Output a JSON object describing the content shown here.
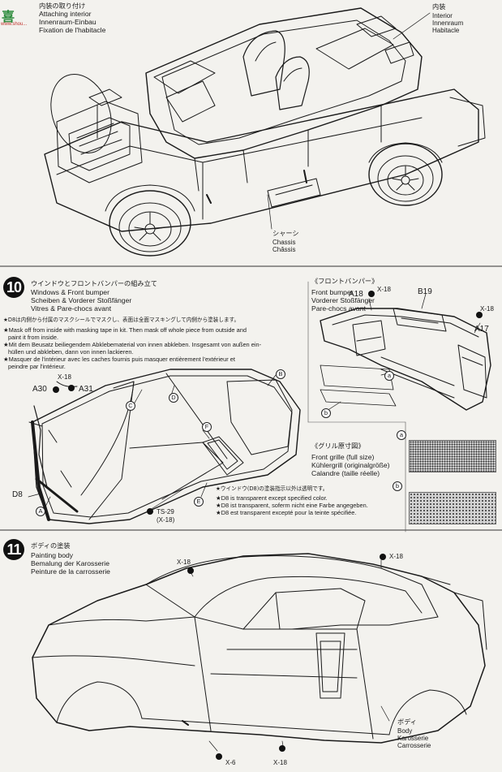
{
  "watermark": {
    "line1": "喜",
    "line2": "www.shou..."
  },
  "section_interior": {
    "header_jp": "内装の取り付け",
    "header_en": "Attaching interior",
    "header_de": "Innenraum-Einbau",
    "header_fr": "Fixation de l'habitacle",
    "label_interior_jp": "内装",
    "label_interior_en": "Interior",
    "label_interior_de": "Innenraum",
    "label_interior_fr": "Habitacle",
    "label_chassis_jp": "シャーシ",
    "label_chassis_en": "Chassis",
    "label_chassis_fr": "Châssis"
  },
  "step10": {
    "number": "10",
    "title_jp": "ウインドウとフロントバンパーの組み立て",
    "title_en": "Windows & Front bumper",
    "title_de": "Scheiben & Vorderer Stoßfänger",
    "title_fr": "Vitres & Pare-chocs avant",
    "note_jp": "★D8は内側から付属のマスクシールでマスクし、表面は全面マスキングして内側から塗装します。",
    "note_en1": "★Mask off from inside with masking tape in kit. Then mask off whole piece from outside and",
    "note_en2": "paint it from inside.",
    "note_de1": "★Mit dem Beusatz beiliegendem Abklebematerial von innen abkleben. Insgesamt von außen ein-",
    "note_de2": "hüllen und abkleben, dann von innen lackieren.",
    "note_fr1": "★Masquer de l'intérieur avec les caches fournis puis masquer entièrement l'extérieur et",
    "note_fr2": "peindre par l'intérieur.",
    "parts": {
      "a30": "A30",
      "x18_top": "X-18",
      "a31": "A31",
      "d8": "D8",
      "ts29": "TS-29",
      "x18_paren": "(X-18)",
      "area_a": "A",
      "area_b": "B",
      "area_c": "C",
      "area_d": "D",
      "area_e": "E",
      "area_f": "F"
    },
    "window_note_jp": "★ウインドウ(D8)の塗装指示以外は透明です。",
    "window_note_en": "★D8 is transparent except specified color.",
    "window_note_de": "★D8 ist transparent, soferm nicht eine Farbe angegeben.",
    "window_note_fr": "★D8 est transparent excepté pour la teinte spécifiée.",
    "bumper_header_jp": "《フロントバンパー》",
    "bumper_en": "Front bumper",
    "bumper_de": "Vorderer Stoßfänger",
    "bumper_fr": "Pare-chocs avant",
    "bumper_parts": {
      "a18": "A18",
      "x18_a": "X-18",
      "b19": "B19",
      "x18_b": "X-18",
      "a17": "A17",
      "mark_a": "a",
      "mark_b": "b"
    },
    "grille_header_jp": "《グリル原寸図》",
    "grille_en": "Front grille (full size)",
    "grille_de": "Kühlergrill (originalgröße)",
    "grille_fr": "Calandre (taille réelle)",
    "grille_a": "a",
    "grille_b": "b"
  },
  "step11": {
    "number": "11",
    "title_jp": "ボディの塗装",
    "title_en": "Painting body",
    "title_de": "Bemalung der Karosserie",
    "title_fr": "Peinture de la carrosserie",
    "x18_left": "X-18",
    "x18_right": "X-18",
    "x6": "X-6",
    "x18_bottom": "X-18",
    "body_jp": "ボディ",
    "body_en": "Body",
    "body_de": "Karosserie",
    "body_fr": "Carrosserie"
  }
}
